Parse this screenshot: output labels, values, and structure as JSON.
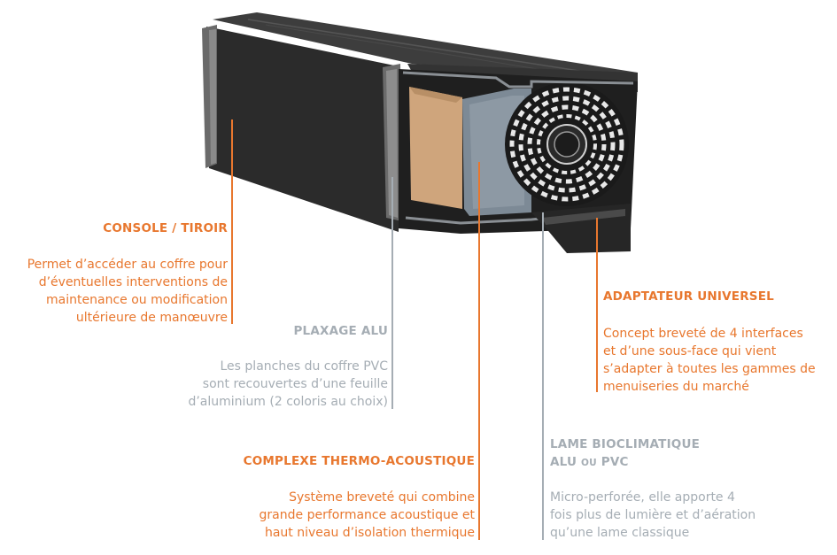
{
  "colors": {
    "accent_orange": "#e8772e",
    "label_grey": "#a5adb4",
    "housing": "#2b2b2b"
  },
  "callouts": {
    "console": {
      "title": "CONSOLE / TIROIR",
      "lines": [
        "Permet d’accéder au coffre pour",
        "d’éventuelles interventions de",
        "maintenance ou modification",
        "ultérieure de manœuvre"
      ]
    },
    "plaxage": {
      "title": "PLAXAGE ALU",
      "lines": [
        "Les planches du coffre PVC",
        "sont recouvertes d’une feuille",
        "d’aluminium (2 coloris au choix)"
      ]
    },
    "complexe": {
      "title": "COMPLEXE THERMO-ACOUSTIQUE",
      "lines": [
        "Système breveté qui combine",
        "grande performance acoustique et",
        "haut niveau d’isolation thermique"
      ]
    },
    "adaptateur": {
      "title": "ADAPTATEUR UNIVERSEL",
      "lines": [
        "Concept breveté de 4 interfaces",
        "et d’une sous-face qui vient",
        "s’adapter à toutes les gammes de",
        "menuiseries du marché"
      ]
    },
    "lame": {
      "title_line1": "LAME BIOCLIMATIQUE",
      "title_line2_a": "ALU ",
      "title_line2_b": "OU",
      "title_line2_c": " PVC",
      "lines": [
        "Micro-perforée, elle apporte 4",
        "fois plus de lumière et d’aération",
        "qu’une lame classique"
      ]
    }
  }
}
